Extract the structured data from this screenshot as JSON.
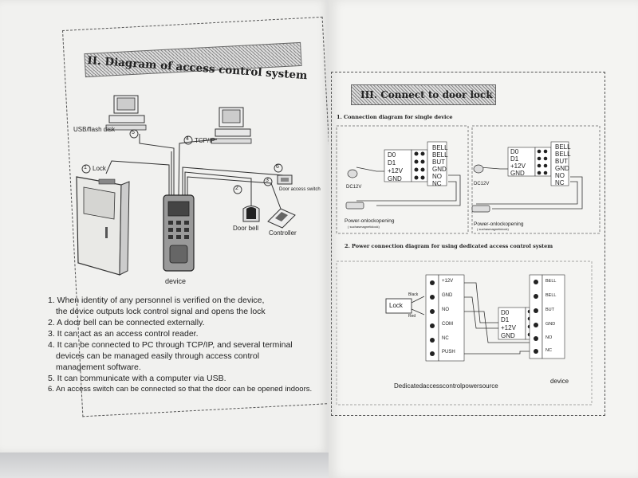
{
  "left": {
    "title": "II. Diagram of access control system",
    "labels": {
      "usb": "USB/flash disk",
      "usb_num": "5",
      "tcp": "TCP/IP",
      "tcp_num": "4",
      "lock": "Lock",
      "lock_num": "1",
      "num2": "2",
      "num3": "3",
      "num6": "6",
      "door_access_switch": "Door access switch",
      "door_bell": "Door bell",
      "controller": "Controller",
      "device": "device"
    },
    "items": [
      "1. When identity of any personnel is verified on the device,",
      "the device outputs lock control signal and opens the lock",
      "2. A door bell can be connected externally.",
      "3. It can act as an access control reader.",
      "4. It can be connected to PC through TCP/IP, and several terminal",
      "devices can be managed easily through access control",
      "management software.",
      "5. It can communicate with a computer via USB.",
      "6. An access switch can be connected so that the door can be opened indoors."
    ]
  },
  "right": {
    "title": "III. Connect to door lock",
    "sub1": "1. Connection diagram for single device",
    "sub2": "2. Power connection diagram for using dedicated access control system",
    "dc12v": "DC12V",
    "power_label": "Power-onlockopening",
    "power_sub": "( suchasmagneticlock)",
    "device_left": [
      "D0",
      "D1",
      "+12V",
      "GND"
    ],
    "device_right": [
      "BELL",
      "BELL",
      "BUT",
      "GND",
      "NO",
      "NC"
    ],
    "psu_terms": [
      "+12V",
      "GND",
      "NO",
      "COM",
      "NC",
      "PUSH"
    ],
    "lock": "Lock",
    "black": "Black",
    "red": "Red",
    "psu_label": "Dedicatedaccesscontrolpowersource",
    "device_label": "device"
  }
}
